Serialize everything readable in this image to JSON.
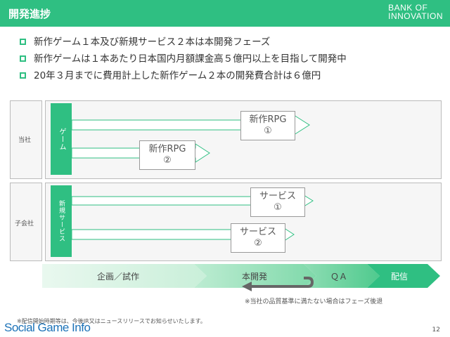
{
  "header": {
    "title": "開発進捗",
    "brand_line1": "BANK OF",
    "brand_line2": "INNOVATION"
  },
  "bullets": [
    "新作ゲーム１本及び新規サービス２本は本開発フェーズ",
    "新作ゲームは１本あたり日本国内月額課金高５億円以上を目指して開発中",
    "20年３月までに費用計上した新作ゲーム２本の開発費合計は６億円"
  ],
  "diagram": {
    "company_label": "当社",
    "subsidiary_label": "子会社",
    "game_label": "ゲーム",
    "service_label": "新規サービス",
    "projects": [
      {
        "line1": "新作RPG",
        "line2": "①"
      },
      {
        "line1": "新作RPG",
        "line2": "②"
      },
      {
        "line1": "サービス",
        "line2": "①"
      },
      {
        "line1": "サービス",
        "line2": "②"
      }
    ],
    "phases": [
      "企画／試作",
      "本開発",
      "ＱＡ",
      "配信"
    ],
    "note": "※当社の品質基準に満たない場合はフェーズ後退"
  },
  "footer": {
    "disclaimer": "※配信開始時期等は、今後IR又はニュースリリースでお知らせいたします。",
    "logo": "Social Game Info",
    "page_number": "12"
  },
  "colors": {
    "accent": "#2fbf82",
    "phase_light": "#dff5e9",
    "logo_blue": "#1d73b8"
  }
}
